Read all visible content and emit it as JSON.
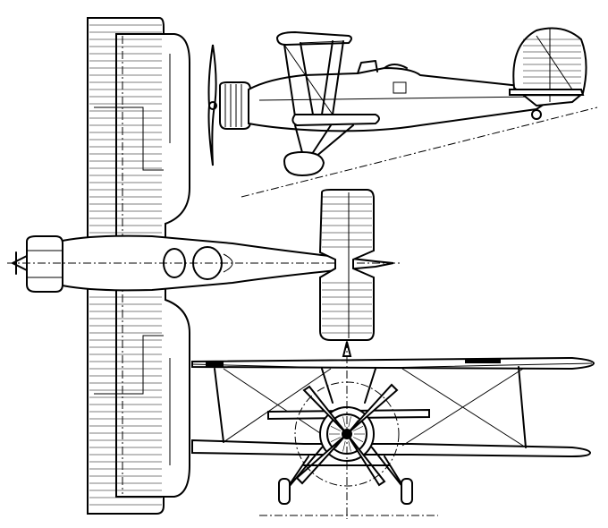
{
  "drawing": {
    "views": [
      "side",
      "top",
      "front"
    ],
    "colors": {
      "ink": "#000000",
      "paper": "#ffffff"
    }
  }
}
